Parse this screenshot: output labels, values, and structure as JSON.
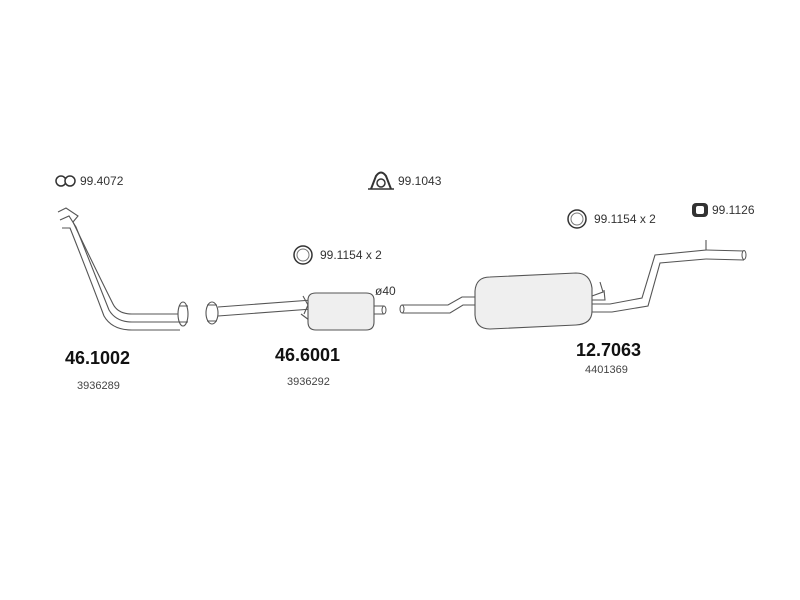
{
  "accessories": [
    {
      "code": "99.4072",
      "icon": "twin-clamp-icon"
    },
    {
      "code": "99.1043",
      "icon": "saddle-clamp-icon"
    },
    {
      "code": "99.1154 x 2",
      "icon": "ring-gasket-icon"
    },
    {
      "code": "99.1154 x 2",
      "icon": "ring-gasket-icon"
    },
    {
      "code": "99.1126",
      "icon": "rubber-hanger-icon"
    }
  ],
  "sections": [
    {
      "part": "46.1002",
      "oe": "3936289",
      "name": "front pipe"
    },
    {
      "part": "46.6001",
      "oe": "3936292",
      "name": "middle silencer"
    },
    {
      "part": "12.7063",
      "oe": "4401369",
      "name": "rear silencer"
    }
  ],
  "diameter_label": "ø40"
}
